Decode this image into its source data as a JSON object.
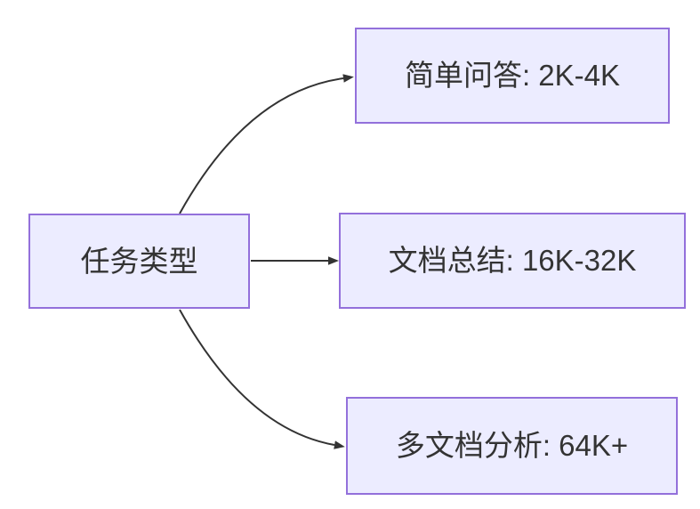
{
  "diagram": {
    "type": "flowchart",
    "direction": "left-to-right",
    "nodes": [
      {
        "id": "root",
        "label": "任务类型"
      },
      {
        "id": "qa",
        "label": "简单问答: 2K-4K"
      },
      {
        "id": "doc",
        "label": "文档总结: 16K-32K"
      },
      {
        "id": "multi",
        "label": "多文档分析: 64K+"
      }
    ],
    "edges": [
      {
        "from": "任务类型",
        "to": "简单问答: 2K-4K"
      },
      {
        "from": "任务类型",
        "to": "文档总结: 16K-32K"
      },
      {
        "from": "任务类型",
        "to": "多文档分析: 64K+"
      }
    ],
    "colors": {
      "node_fill": "#ECECFF",
      "node_border": "#9370DB",
      "edge_line": "#333333",
      "text": "#333333",
      "background": "#FFFFFF"
    }
  }
}
